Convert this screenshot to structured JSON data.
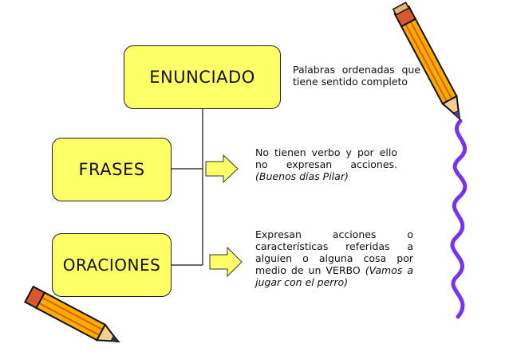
{
  "nodes": {
    "enunciado": {
      "label": "ENUNCIADO"
    },
    "frases": {
      "label": "FRASES"
    },
    "oraciones": {
      "label": "ORACIONES"
    }
  },
  "descriptions": {
    "enunciado": {
      "line1": "Palabras ordenadas que",
      "line2": "tiene sentido completo"
    },
    "frases": {
      "line1": "No tienen verbo y por ello",
      "line2": "no expresan acciones.",
      "example": "(Buenos días Pilar)"
    },
    "oraciones": {
      "line1": "Expresan acciones o",
      "line2": "características referidas a",
      "line3": "alguien o alguna cosa por",
      "line4_text": "medio de un VERBO ",
      "line4_example": "(Vamos a",
      "line5_example": "jugar con el perro)"
    }
  },
  "colors": {
    "box_fill": "#ffff66",
    "arrow_fill": "#ffff66",
    "pencil_body": "#ffaa00",
    "squiggle": "#7733ee"
  },
  "icons": {
    "pencil_top_right": "pencil-icon",
    "pencil_bottom_left": "pencil-icon",
    "squiggle": "squiggle-decoration"
  }
}
